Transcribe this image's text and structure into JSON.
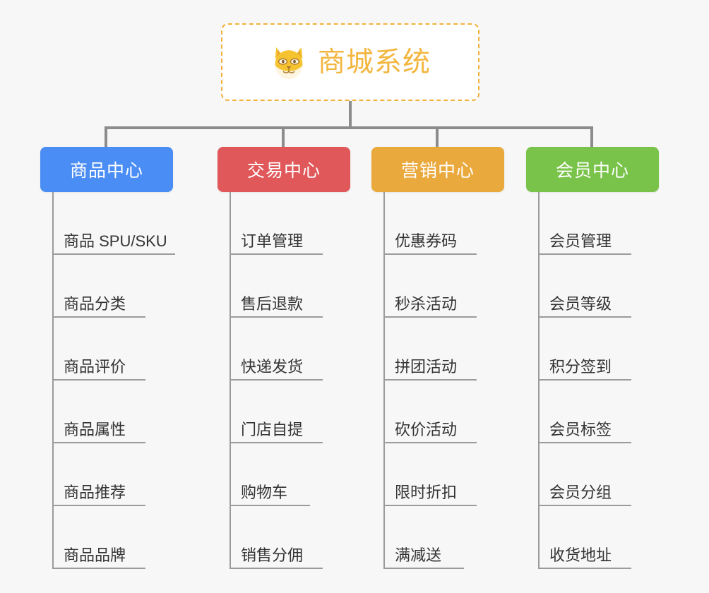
{
  "root": {
    "title": "商城系统",
    "icon": "shiba-dog-icon",
    "border_color": "#f2b23e",
    "text_color": "#f3b63f"
  },
  "connector_color": "#8c8c8c",
  "background_color": "#f7f7f7",
  "columns": [
    {
      "header": "商品中心",
      "color": "#4a8df4",
      "items": [
        "商品 SPU/SKU",
        "商品分类",
        "商品评价",
        "商品属性",
        "商品推荐",
        "商品品牌"
      ]
    },
    {
      "header": "交易中心",
      "color": "#e0585a",
      "items": [
        "订单管理",
        "售后退款",
        "快递发货",
        "门店自提",
        "购物车",
        "销售分佣"
      ]
    },
    {
      "header": "营销中心",
      "color": "#eaa93c",
      "items": [
        "优惠券码",
        "秒杀活动",
        "拼团活动",
        "砍价活动",
        "限时折扣",
        "满减送"
      ]
    },
    {
      "header": "会员中心",
      "color": "#7ac34a",
      "items": [
        "会员管理",
        "会员等级",
        "积分签到",
        "会员标签",
        "会员分组",
        "收货地址"
      ]
    }
  ]
}
